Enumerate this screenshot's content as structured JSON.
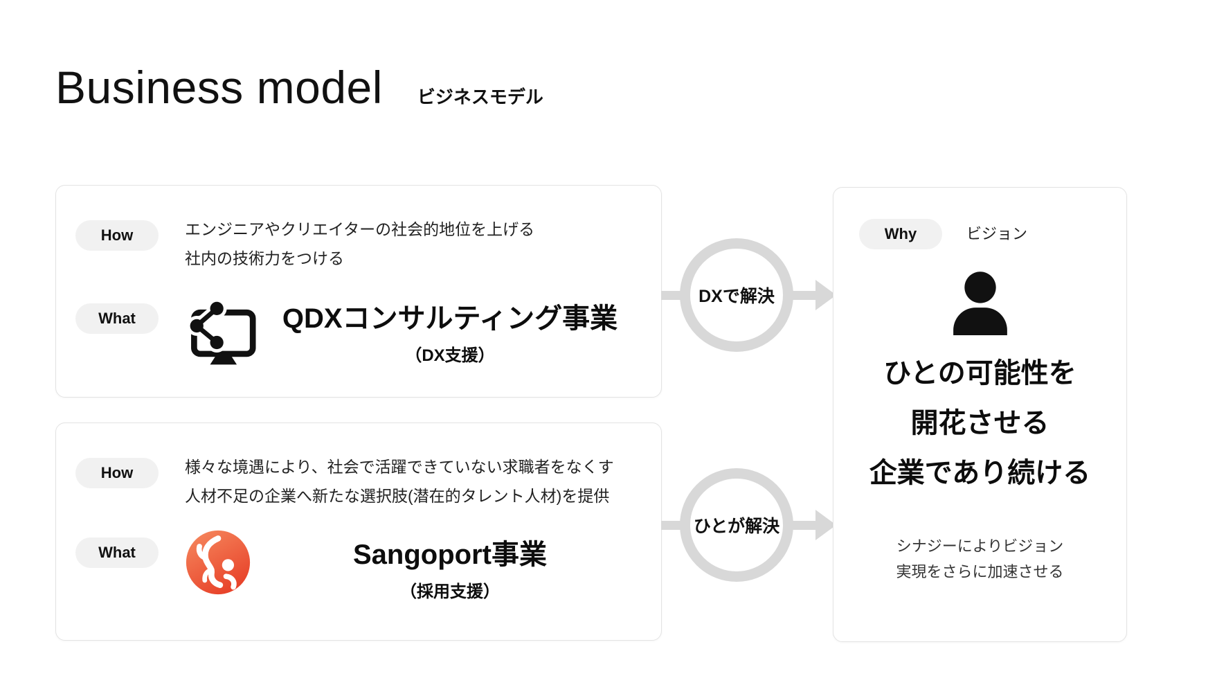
{
  "page": {
    "title": "Business model",
    "subtitle": "ビジネスモデル"
  },
  "cards": {
    "qdx": {
      "how_label": "How",
      "how_lines": [
        "エンジニアやクリエイターの社会的地位を上げる",
        "社内の技術力をつける"
      ],
      "what_label": "What",
      "icon": "monitor-share-icon",
      "business_name": "QDXコンサルティング事業",
      "business_sub": "（DX支援）"
    },
    "sangoport": {
      "how_label": "How",
      "how_lines": [
        "様々な境遇により、社会で活躍できていない求職者をなくす",
        "人材不足の企業へ新たな選択肢(潜在的タレント人材)を提供"
      ],
      "what_label": "What",
      "icon": "sangoport-coral-logo-icon",
      "business_name": "Sangoport事業",
      "business_sub": "（採用支援）"
    },
    "vision": {
      "why_label": "Why",
      "why_caption": "ビジョン",
      "icon": "person-icon",
      "statement_lines": [
        "ひとの可能性を",
        "開花させる",
        "企業であり続ける"
      ],
      "note_lines": [
        "シナジーによりビジョン",
        "実現をさらに加速させる"
      ]
    }
  },
  "connectors": {
    "top": {
      "label": "DXで解決",
      "icon": "arrow-right-icon"
    },
    "bottom": {
      "label": "ひとが解決",
      "icon": "arrow-right-icon"
    }
  },
  "colors": {
    "background": "#ffffff",
    "text": "#1a1a1a",
    "card_border": "#e3e3e3",
    "badge_background": "#f1f1f1",
    "connector_gray": "#d8d8d8",
    "logo_orange_light": "#f68b60",
    "logo_orange_deep": "#e8442b",
    "icon_black": "#111111"
  }
}
